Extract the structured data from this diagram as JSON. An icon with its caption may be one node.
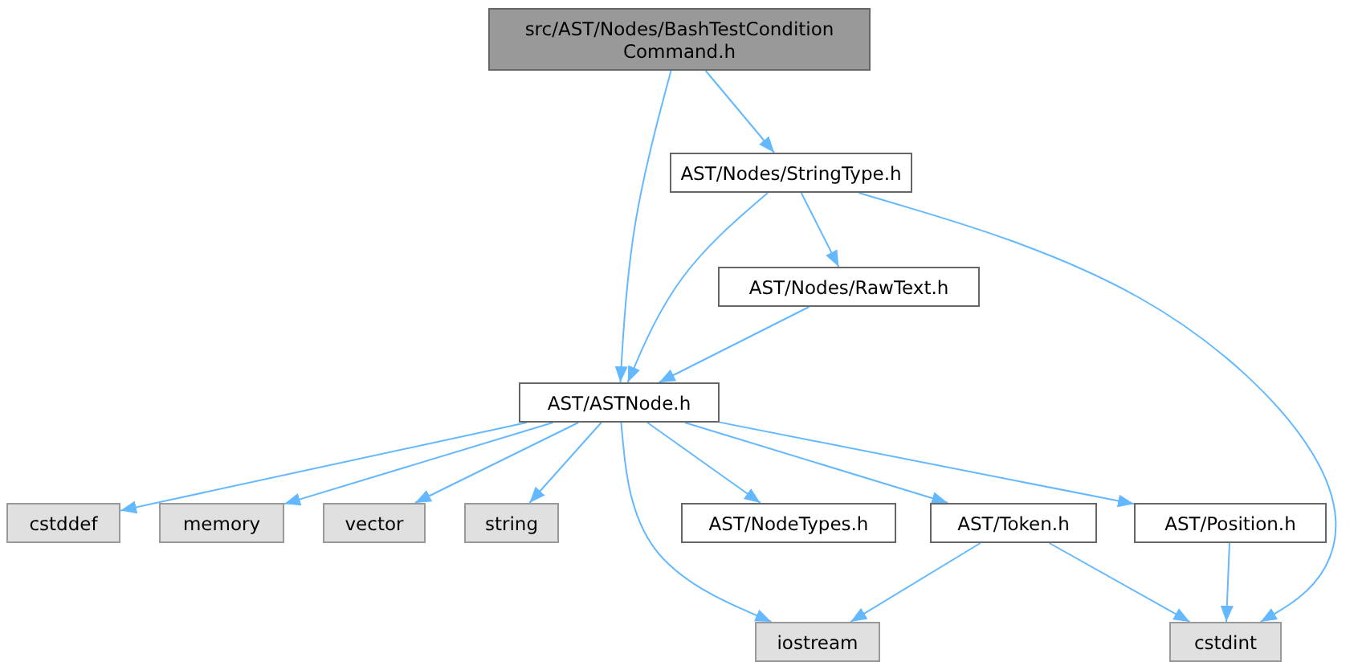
{
  "diagram": {
    "nodes": [
      {
        "text": [
          "src/AST/Nodes/BashTestCondition Command.h"
        ]
      },
      {
        "text": [
          "AST/Nodes/StringType.h"
        ]
      },
      {
        "text": [
          "AST/Nodes/RawText.h"
        ]
      },
      {
        "text": [
          "AST/ASTNode.h"
        ]
      },
      {
        "text": [
          "cstddef"
        ]
      },
      {
        "text": [
          "memory"
        ]
      },
      {
        "text": [
          "vector"
        ]
      },
      {
        "text": [
          "string"
        ]
      },
      {
        "text": [
          "AST/NodeTypes.h"
        ]
      },
      {
        "text": [
          "AST/Token.h"
        ]
      },
      {
        "text": [
          "AST/Position.h"
        ]
      },
      {
        "text": [
          "iostream"
        ]
      },
      {
        "text": [
          "cstdint"
        ]
      }
    ],
    "edges": [
      {
        "from": 0,
        "to": 3,
        "arrow": "to"
      },
      {
        "from": 0,
        "to": 1,
        "arrow": "to"
      },
      {
        "from": 1,
        "to": 3,
        "arrow": "to"
      },
      {
        "from": 1,
        "to": 2,
        "arrow": "to"
      },
      {
        "from": 1,
        "to": 12,
        "arrow": "to"
      },
      {
        "from": 2,
        "to": 3,
        "arrow": "to"
      },
      {
        "from": 3,
        "to": 4,
        "arrow": "to"
      },
      {
        "from": 3,
        "to": 5,
        "arrow": "to"
      },
      {
        "from": 3,
        "to": 6,
        "arrow": "to"
      },
      {
        "from": 3,
        "to": 7,
        "arrow": "to"
      },
      {
        "from": 3,
        "to": 11,
        "arrow": "to"
      },
      {
        "from": 3,
        "to": 8,
        "arrow": "to"
      },
      {
        "from": 3,
        "to": 9,
        "arrow": "to"
      },
      {
        "from": 3,
        "to": 10,
        "arrow": "to"
      },
      {
        "from": 9,
        "to": 11,
        "arrow": "to"
      },
      {
        "from": 9,
        "to": 12,
        "arrow": "to"
      },
      {
        "from": 10,
        "to": 12,
        "arrow": "to"
      }
    ]
  }
}
